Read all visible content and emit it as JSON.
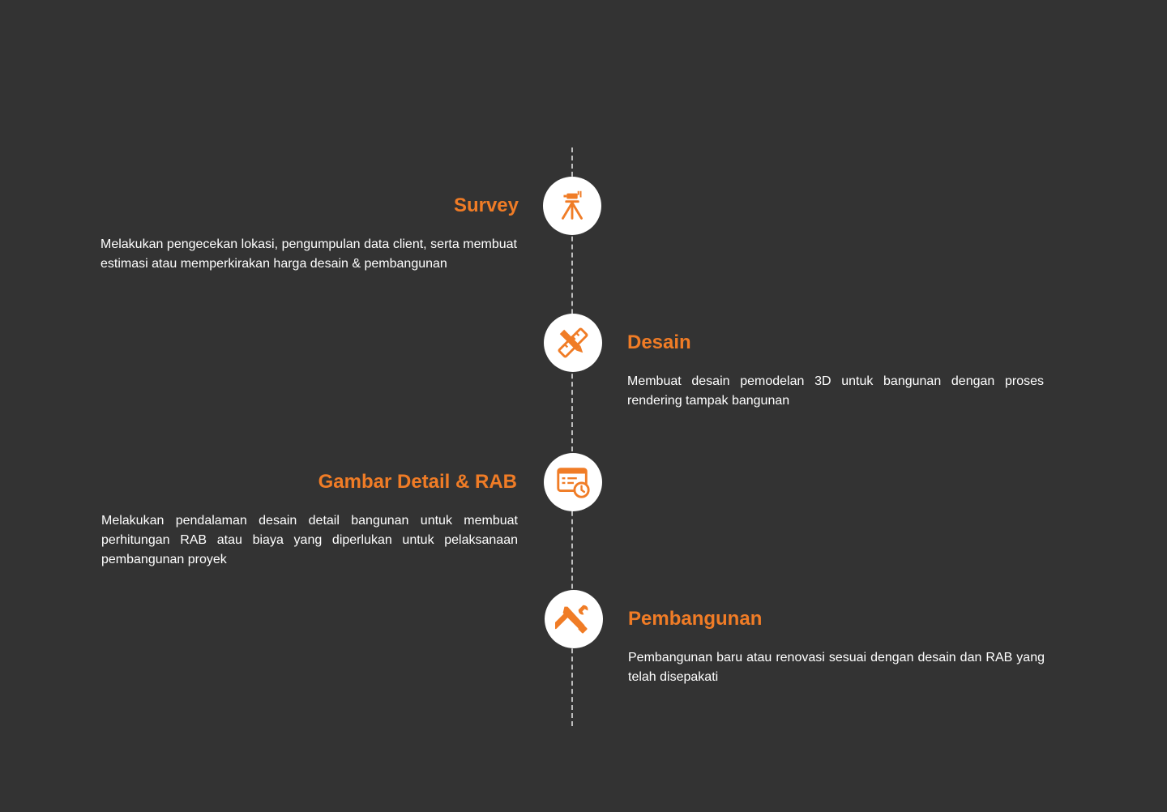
{
  "theme": {
    "background": "#333333",
    "accent": "#f07c26",
    "text": "#ffffff",
    "line": "#bdbdbd",
    "icon_bg": "#ffffff"
  },
  "steps": [
    {
      "title": "Survey",
      "description": "Melakukan pengecekan lokasi, pengumpulan data client, serta membuat estimasi atau memperkirakan harga desain & pembangunan",
      "icon": "surveyor-tripod-icon",
      "side": "left"
    },
    {
      "title": "Desain",
      "description": "Membuat desain pemodelan 3D untuk bangunan dengan proses rendering tampak bangunan",
      "icon": "pencil-ruler-icon",
      "side": "right"
    },
    {
      "title": "Gambar Detail & RAB",
      "description": "Melakukan pendalaman desain detail bangunan untuk membuat perhitungan RAB atau biaya yang diperlukan untuk pelaksanaan pembangunan proyek",
      "icon": "document-clock-icon",
      "side": "left"
    },
    {
      "title": "Pembangunan",
      "description": "Pembangunan baru atau renovasi sesuai dengan desain dan RAB yang telah disepakati",
      "icon": "wrench-screwdriver-icon",
      "side": "right"
    }
  ]
}
